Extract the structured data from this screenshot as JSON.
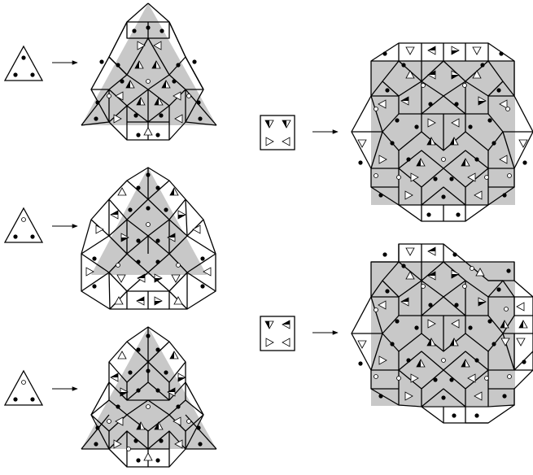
{
  "colors": {
    "background": "#ffffff",
    "ink": "#000000",
    "shade": "#c8c8c8"
  },
  "rules": [
    {
      "prototile": "triangle",
      "corner_markers": [
        "solid",
        "solid",
        "solid"
      ]
    },
    {
      "prototile": "triangle",
      "corner_markers": [
        "hollow",
        "solid",
        "solid"
      ]
    },
    {
      "prototile": "triangle",
      "corner_markers": [
        "hollow",
        "solid",
        "solid"
      ]
    },
    {
      "prototile": "square",
      "corner_markers": [
        "half-filled-triangle-down",
        "half-filled-triangle-down",
        "open-triangle-right",
        "open-triangle-left"
      ]
    },
    {
      "prototile": "square",
      "corner_markers": [
        "half-filled-triangle-down",
        "half-filled-triangle-left",
        "open-triangle-right",
        "open-triangle-left"
      ]
    }
  ],
  "icons": {
    "arrow": "arrow-right-icon",
    "solid_dot": "solid-dot-icon",
    "hollow_dot": "hollow-dot-icon",
    "open_triangle": "open-triangle-icon",
    "half_triangle": "half-filled-triangle-icon"
  }
}
